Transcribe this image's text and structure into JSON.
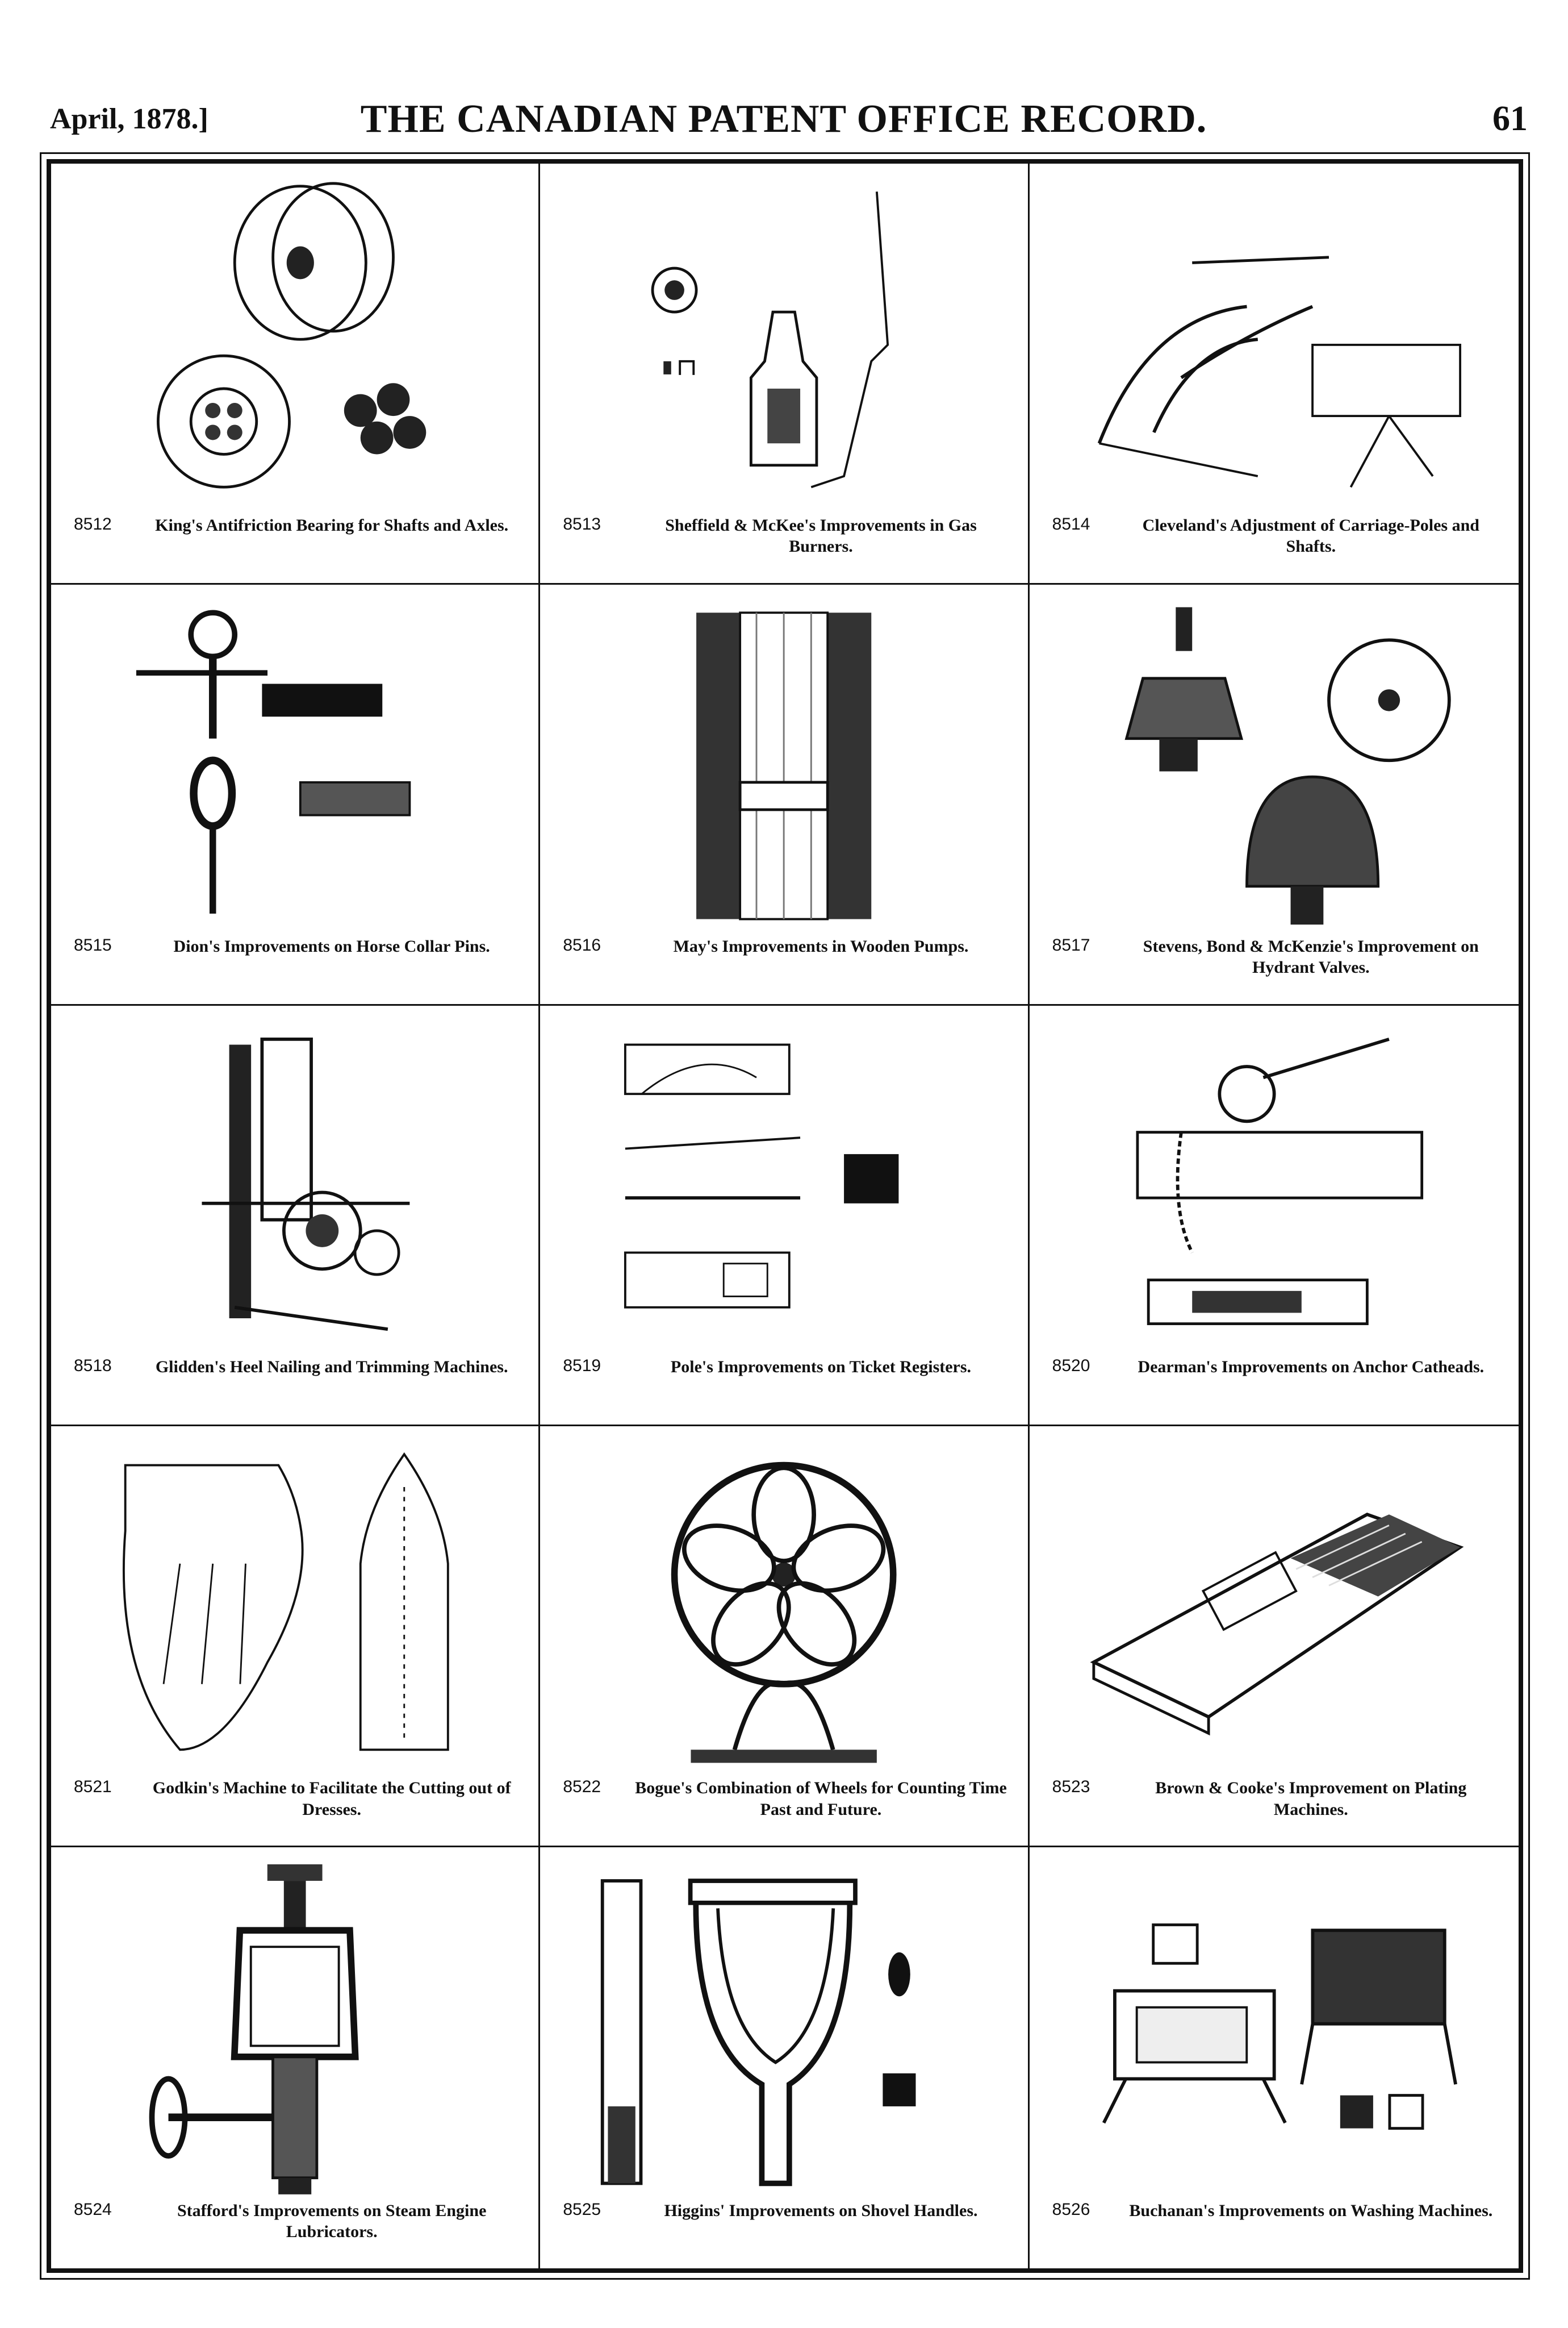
{
  "header": {
    "date": "April, 1878.]",
    "title": "THE CANADIAN PATENT OFFICE RECORD.",
    "page_number": "61"
  },
  "patents": [
    {
      "number": "8512",
      "title": "King's Antifriction Bearing for Shafts and Axles."
    },
    {
      "number": "8513",
      "title": "Sheffield & McKee's Improvements in Gas Burners."
    },
    {
      "number": "8514",
      "title": "Cleveland's Adjustment of Carriage-Poles and Shafts."
    },
    {
      "number": "8515",
      "title": "Dion's Improvements on Horse Collar Pins."
    },
    {
      "number": "8516",
      "title": "May's Improvements in Wooden Pumps."
    },
    {
      "number": "8517",
      "title": "Stevens, Bond & McKenzie's Improvement on Hydrant Valves."
    },
    {
      "number": "8518",
      "title": "Glidden's Heel Nailing and Trimming Machines."
    },
    {
      "number": "8519",
      "title": "Pole's Improvements on Ticket Registers."
    },
    {
      "number": "8520",
      "title": "Dearman's Improvements on Anchor Catheads."
    },
    {
      "number": "8521",
      "title": "Godkin's Machine to Facilitate the Cutting out of Dresses."
    },
    {
      "number": "8522",
      "title": "Bogue's Combination of Wheels for Counting Time Past and Future."
    },
    {
      "number": "8523",
      "title": "Brown & Cooke's Improvement on Plating Machines."
    },
    {
      "number": "8524",
      "title": "Stafford's Improvements on Steam Engine Lubricators."
    },
    {
      "number": "8525",
      "title": "Higgins' Improvements on Shovel Handles."
    },
    {
      "number": "8526",
      "title": "Buchanan's Improvements on Washing Machines."
    }
  ]
}
